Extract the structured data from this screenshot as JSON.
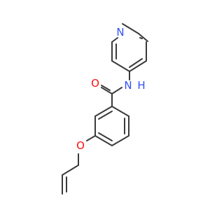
{
  "molecule": {
    "atoms": {
      "pyridine_n": {
        "symbol": "N",
        "color": "#3050f8"
      },
      "amide_n": {
        "symbol": "N",
        "color": "#3050f8"
      },
      "amide_h": {
        "symbol": "H",
        "color": "#3050f8"
      },
      "carbonyl_o": {
        "symbol": "O",
        "color": "#ff0d0d"
      },
      "ether_o": {
        "symbol": "O",
        "color": "#ff0d0d"
      }
    },
    "bond_color": "#3a3a3a"
  }
}
